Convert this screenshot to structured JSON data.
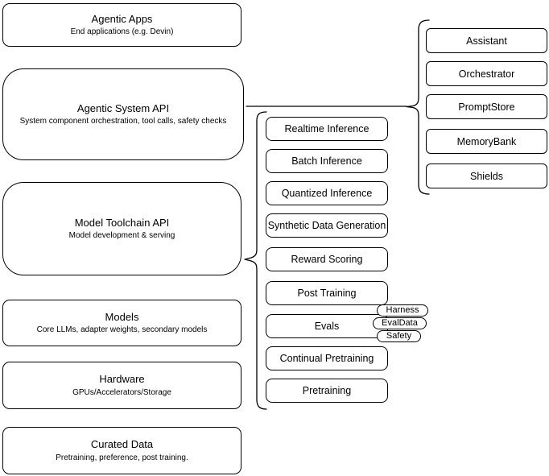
{
  "diagram": {
    "colors": {
      "stroke": "#000000",
      "node_fill": "#ffffff",
      "text": "#000000",
      "background": "#ffffff"
    },
    "left_column": {
      "boxes": [
        {
          "title": "Agentic Apps",
          "subtitle": "End applications (e.g. Devin)"
        },
        {
          "title": "Agentic System API",
          "subtitle": "System component orchestration, tool calls, safety checks"
        },
        {
          "title": "Model Toolchain API",
          "subtitle": "Model development & serving"
        },
        {
          "title": "Models",
          "subtitle": "Core LLMs, adapter weights, secondary models"
        },
        {
          "title": "Hardware",
          "subtitle": "GPUs/Accelerators/Storage"
        },
        {
          "title": "Curated Data",
          "subtitle": "Pretraining, preference, post training."
        }
      ]
    },
    "middle_column": {
      "boxes": [
        {
          "label": "Realtime Inference"
        },
        {
          "label": "Batch Inference"
        },
        {
          "label": "Quantized Inference"
        },
        {
          "label": "Synthetic Data Generation"
        },
        {
          "label": "Reward Scoring"
        },
        {
          "label": "Post Training"
        },
        {
          "label": "Evals",
          "tags": [
            "Harness",
            "EvalData",
            "Safety"
          ]
        },
        {
          "label": "Continual Pretraining"
        },
        {
          "label": "Pretraining"
        }
      ]
    },
    "right_column": {
      "boxes": [
        {
          "label": "Assistant"
        },
        {
          "label": "Orchestrator"
        },
        {
          "label": "PromptStore"
        },
        {
          "label": "MemoryBank"
        },
        {
          "label": "Shields"
        }
      ]
    }
  }
}
